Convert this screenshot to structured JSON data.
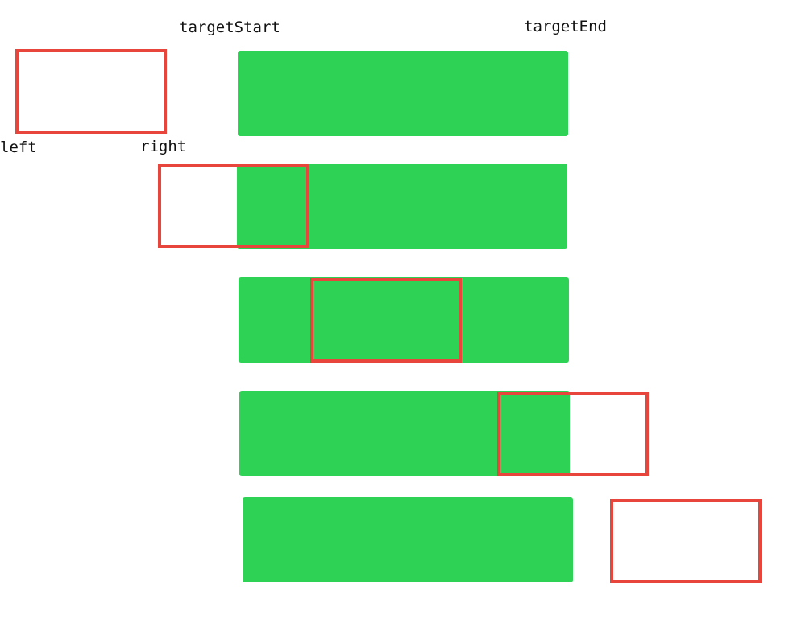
{
  "labels": {
    "target_start": "targetStart",
    "target_end": "targetEnd",
    "left": "left",
    "right": "right"
  },
  "colors": {
    "target_fill": "#2ed356",
    "range_stroke": "#e8453c",
    "text": "#111111"
  },
  "rows": [
    {
      "case": "range-before-target"
    },
    {
      "case": "range-overlaps-target-start"
    },
    {
      "case": "range-inside-target"
    },
    {
      "case": "range-overlaps-target-end"
    },
    {
      "case": "range-after-target"
    }
  ]
}
